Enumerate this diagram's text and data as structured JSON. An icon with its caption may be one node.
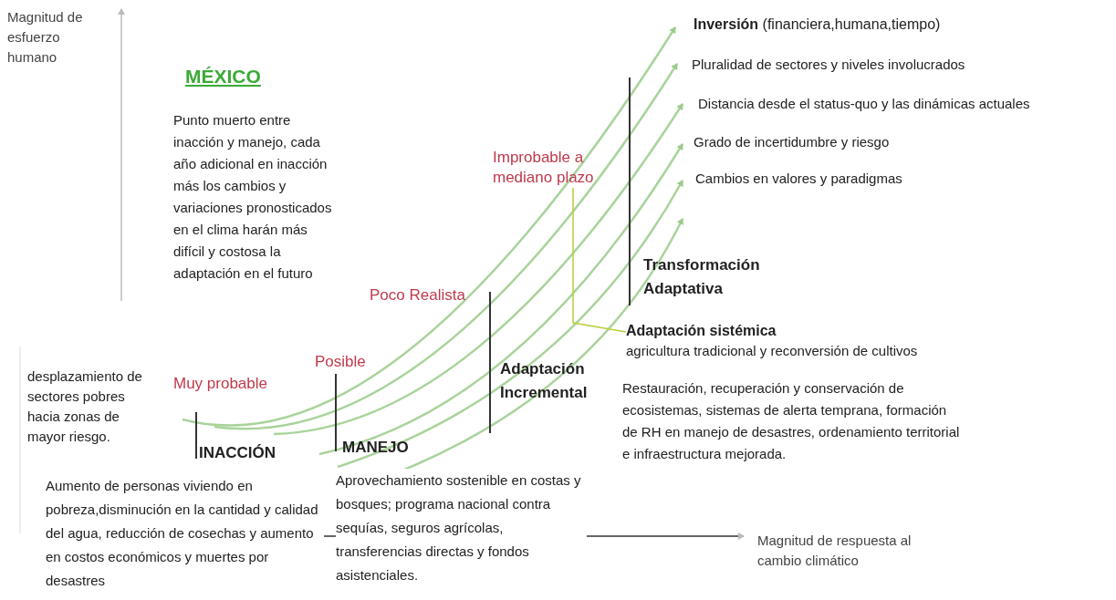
{
  "diagram": {
    "nodes": [
      {
        "text": [
          "Improbable a mediano plazo"
        ]
      },
      {
        "text": [
          "Adaptación sistémica",
          "agricultura tradicional y reconversión de cultivos"
        ]
      }
    ],
    "edges": [
      {
        "from": 0,
        "to": 1,
        "arrow": "none"
      }
    ],
    "labels": [
      "Magnitud de esfuerzo humano",
      "MÉXICO",
      "Punto muerto entre inacción y manejo, cada año adicional en inacción más los cambios y variaciones pronosticados en el clima harán más difícil y costosa la adaptación en el futuro",
      "**Inversión** (financiera,humana,tiempo)",
      "Pluralidad de sectores y niveles involucrados",
      "Distancia desde el status-quo y las dinámicas actuales",
      "Grado de incertidumbre y riesgo",
      "Cambios en valores y paradigmas",
      "Poco Realista",
      "Transformación Adaptativa",
      "desplazamiento de sectores pobres hacia zonas de mayor riesgo.",
      "Muy probable",
      "Posible",
      "Adaptación Incremental",
      "Restauración, recuperación y conservación de ecosistemas, sistemas de alerta temprana, formación de RH en manejo de desastres, ordenamiento territorial e infraestructura mejorada.",
      "INACCIÓN",
      "MANEJO",
      "Aumento de personas viviendo en pobreza,disminución en la cantidad y calidad del agua, reducción de cosechas y aumento en costos económicos y muertes por desastres",
      "Aprovechamiento sostenible en costas y bosques; programa nacional contra sequías, seguros agrícolas, transferencias directas y fondos asistenciales.",
      "Magnitud de respuesta al cambio climático"
    ]
  }
}
